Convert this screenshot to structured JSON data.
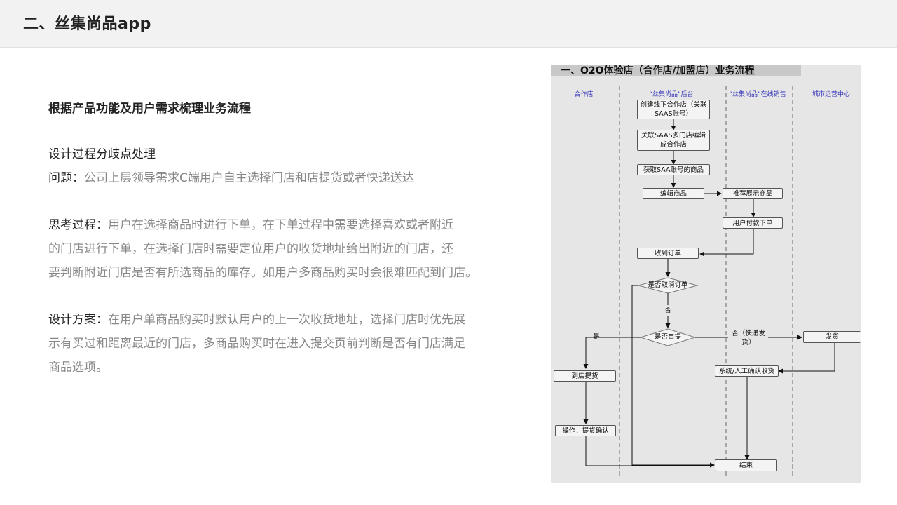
{
  "header": {
    "title": "二、丝集尚品app"
  },
  "left": {
    "heading": "根据产品功能及用户需求梳理业务流程",
    "design_process": "设计过程分歧点处理",
    "problem_key": "问题：",
    "problem_text": "公司上层领导需求C端用户自主选择门店和店提货或者快递送达",
    "thinking_key": "思考过程：",
    "thinking_lines": [
      "用户在选择商品时进行下单，在下单过程中需要选择喜欢或者附近",
      "的门店进行下单，在选择门店时需要定位用户的收货地址给出附近的门店，还",
      "要判断附近门店是否有所选商品的库存。如用户多商品购买时会很难匹配到门店。"
    ],
    "solution_key": "设计方案：",
    "solution_lines": [
      "在用户单商品购买时默认用户的上一次收货地址，选择门店时优先展",
      "示有买过和距离最近的门店，多商品购买时在进入提交页前判断是否有门店满足",
      "商品选项。"
    ]
  },
  "diagram": {
    "title": "一、O2O体验店（合作店/加盟店）业务流程",
    "lanes": [
      "合作店",
      "“丝集尚品”后台",
      "“丝集尚品”在线销售",
      "城市运营中心"
    ],
    "nodes": {
      "create_store_1": "创建线下合作店（关联",
      "create_store_2": "SAAS账号）",
      "link_saas_1": "关联SAAS多门店编辑",
      "link_saas_2": "成合作店",
      "get_products": "获取SAA账号的商品",
      "edit_products": "编辑商品",
      "recommend": "推荐展示商品",
      "user_pay": "用户付款下单",
      "receive_order": "收到订单",
      "cancel_q": "是否取消订单",
      "no1": "否",
      "self_pickup_q": "是否自提",
      "yes": "是",
      "no_express_1": "否（快递发",
      "no_express_2": "货）",
      "ship": "发货",
      "confirm_receipt": "系统/人工确认收货",
      "store_pickup": "到店提货",
      "op_confirm": "操作：提货确认",
      "end": "结束"
    }
  }
}
